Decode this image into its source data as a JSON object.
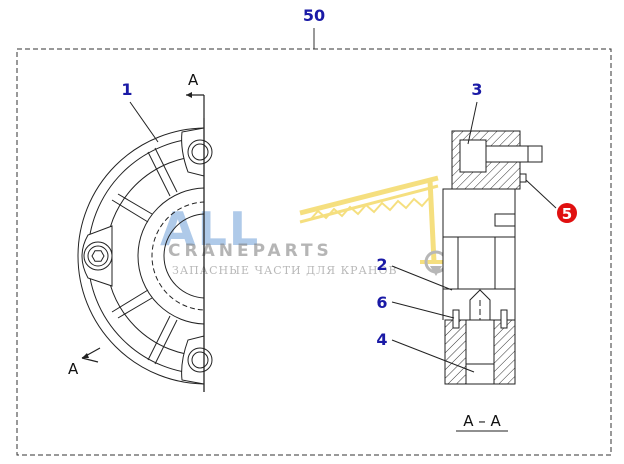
{
  "diagram": {
    "assembly_number": "50",
    "callouts": [
      {
        "id": "callout-1",
        "label": "1",
        "highlight": false
      },
      {
        "id": "callout-2",
        "label": "2",
        "highlight": false
      },
      {
        "id": "callout-3",
        "label": "3",
        "highlight": false
      },
      {
        "id": "callout-4",
        "label": "4",
        "highlight": false
      },
      {
        "id": "callout-5",
        "label": "5",
        "highlight": true
      },
      {
        "id": "callout-6",
        "label": "6",
        "highlight": false
      }
    ],
    "section_marker": "A",
    "section_title": "A – A"
  },
  "watermark": {
    "brand_main": "ALL",
    "brand_sub": "CRANEPARTS",
    "tagline": "ЗАПАСНЫЕ ЧАСТИ ДЛЯ КРАНОВ"
  },
  "colors": {
    "callout_text": "#1a1aa6",
    "highlight_callout": "#e01010",
    "line": "#222222",
    "watermark_blue": "#6f9fd8",
    "watermark_yellow": "#f2d24a"
  }
}
